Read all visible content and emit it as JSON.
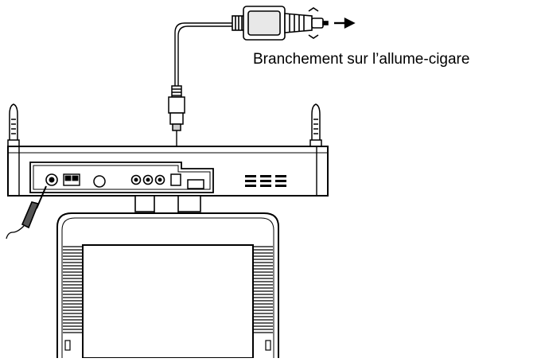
{
  "diagram": {
    "caption": "Branchement sur l’allume-cigare",
    "colors": {
      "line": "#000000",
      "fill": "#ffffff",
      "dark": "#222222",
      "grille": "#000000"
    },
    "parts": [
      "car-adapter-icon",
      "power-cable",
      "dc-plug",
      "player-base",
      "antenna-left",
      "antenna-right",
      "screen",
      "headphone-cable"
    ]
  }
}
